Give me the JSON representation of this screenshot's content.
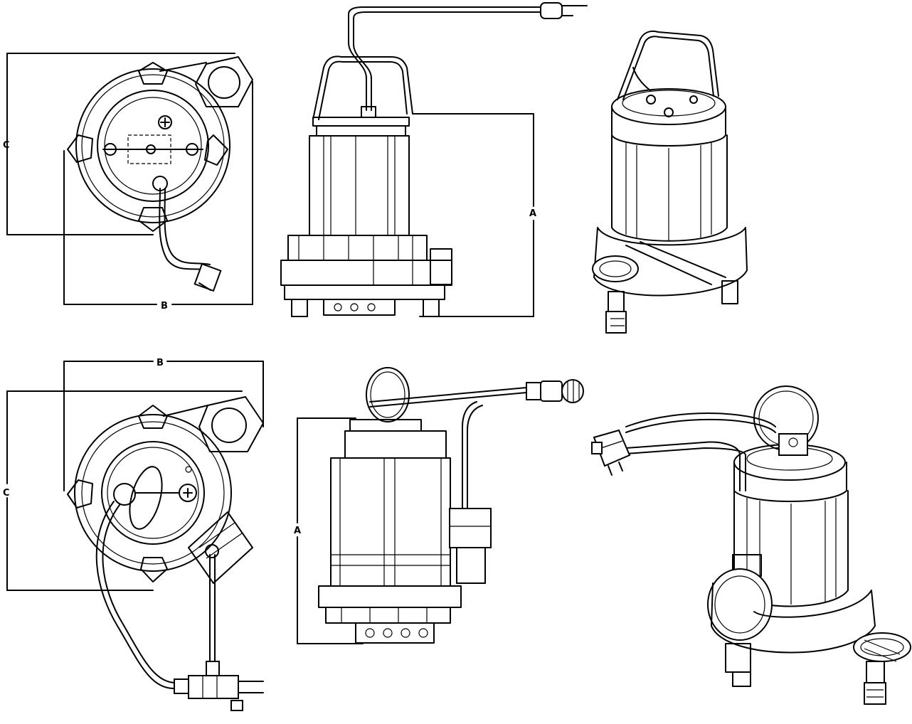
{
  "dimension_labels": {
    "top_left_c": "C",
    "top_left_b": "B",
    "top_side_a": "A",
    "bottom_left_b": "B",
    "bottom_left_c": "C",
    "bottom_side_a": "A"
  },
  "colors": {
    "line": "#000000",
    "background": "#ffffff"
  }
}
